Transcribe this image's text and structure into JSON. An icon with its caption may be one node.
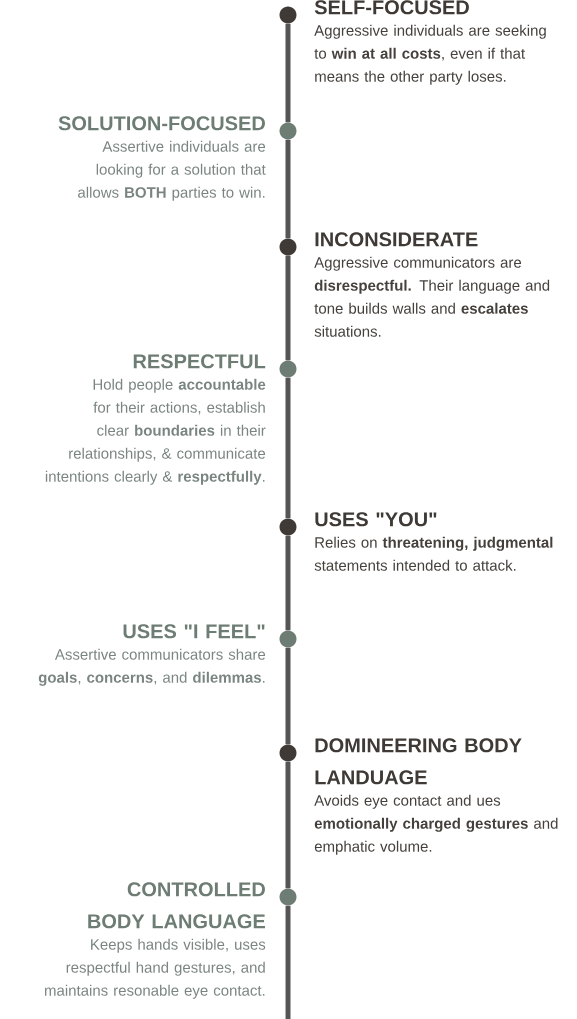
{
  "diagram": {
    "nodes": [
      {
        "text": [],
        "shape": "circle",
        "beside": [
          "SELF-FOCUSED",
          "Aggressive individuals are seeking to **win at all costs**, even if that means the other party loses."
        ]
      },
      {
        "text": [],
        "shape": "circle",
        "beside": [
          "SOLUTION-FOCUSED",
          "Assertive individuals are looking for a solution that allows **BOTH** parties to win."
        ]
      },
      {
        "text": [],
        "shape": "circle",
        "beside": [
          "INCONSIDERATE",
          "Aggressive communicators are **disrespectful.** Their language and tone builds walls and **escalates** situations."
        ]
      },
      {
        "text": [],
        "shape": "circle",
        "beside": [
          "RESPECTFUL",
          "Hold people **accountable** for their actions, establish clear **boundaries** in their relationships, & communicate intentions clearly & **respectfully**."
        ]
      },
      {
        "text": [],
        "shape": "circle",
        "beside": [
          "USES \"YOU\"",
          "Relies on **threatening, judgmental** statements intended to attack."
        ]
      },
      {
        "text": [],
        "shape": "circle",
        "beside": [
          "USES \"I FEEL\"",
          "Assertive communicators share **goals**, **concerns**, and **dilemmas**."
        ]
      },
      {
        "text": [],
        "shape": "circle",
        "beside": [
          "DOMINEERING BODY LANDUAGE",
          "Avoids eye contact and ues **emotionally charged gestures** and emphatic volume."
        ]
      },
      {
        "text": [],
        "shape": "circle",
        "beside": [
          "CONTROLLED BODY LANGUAGE",
          "Keeps hands visible, uses respectful hand gestures, and maintains resonable eye contact."
        ]
      }
    ],
    "edges": [
      {
        "from": 0,
        "to": 1,
        "arrow": "none"
      },
      {
        "from": 1,
        "to": 2,
        "arrow": "none"
      },
      {
        "from": 2,
        "to": 3,
        "arrow": "none"
      },
      {
        "from": 3,
        "to": 4,
        "arrow": "none"
      },
      {
        "from": 4,
        "to": 5,
        "arrow": "none"
      },
      {
        "from": 5,
        "to": 6,
        "arrow": "none"
      },
      {
        "from": 6,
        "to": 7,
        "arrow": "none"
      }
    ]
  }
}
